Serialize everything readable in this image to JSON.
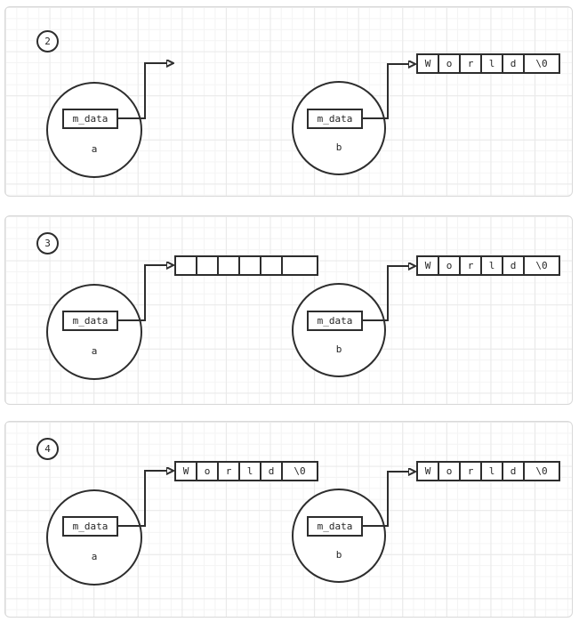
{
  "style": {
    "ink": "#2d2d2d",
    "panel_border": "#d9d9d9",
    "grid_minor": "#f4f4f4",
    "grid_major": "#e9e9e9",
    "background": "#ffffff"
  },
  "panels": [
    {
      "badge": "2",
      "left": {
        "member": "m_data",
        "label": "a"
      },
      "right": {
        "member": "m_data",
        "label": "b",
        "array": [
          "W",
          "o",
          "r",
          "l",
          "d",
          "\\0"
        ]
      }
    },
    {
      "badge": "3",
      "left": {
        "member": "m_data",
        "label": "a",
        "array": [
          "",
          "",
          "",
          "",
          "",
          ""
        ]
      },
      "right": {
        "member": "m_data",
        "label": "b",
        "array": [
          "W",
          "o",
          "r",
          "l",
          "d",
          "\\0"
        ]
      }
    },
    {
      "badge": "4",
      "left": {
        "member": "m_data",
        "label": "a",
        "array": [
          "W",
          "o",
          "r",
          "l",
          "d",
          "\\0"
        ]
      },
      "right": {
        "member": "m_data",
        "label": "b",
        "array": [
          "W",
          "o",
          "r",
          "l",
          "d",
          "\\0"
        ]
      }
    }
  ]
}
